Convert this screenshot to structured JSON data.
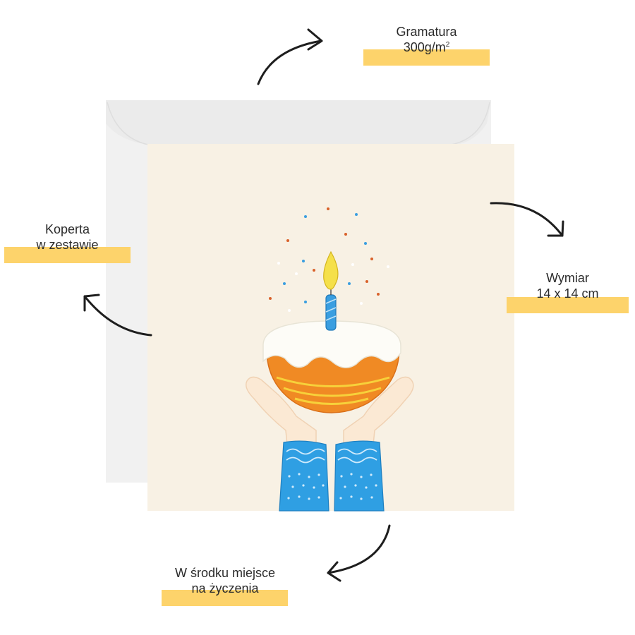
{
  "labels": {
    "gramatura": {
      "line1": "Gramatura",
      "line2": "300g/m",
      "sup": "2"
    },
    "koperta": {
      "line1": "Koperta",
      "line2": "w zestawie"
    },
    "wymiar": {
      "line1": "Wymiar",
      "line2": "14 x 14 cm"
    },
    "srodek": {
      "line1": "W środku miejsce",
      "line2": "na życzenia"
    }
  },
  "colors": {
    "highlight": "#fdd36b",
    "envelope": "#f1f1f1",
    "card": "#f8f1e4",
    "icing": "#fdfcf7",
    "cake_orange": "#f08a24",
    "cake_stripe": "#f7d13a",
    "candle": "#3a9ee0",
    "flame": "#f5e04a",
    "sleeve": "#2f9fe3",
    "skin": "#fbe9d4",
    "arrow": "#1e1e1e"
  },
  "icons": [
    "envelope-icon",
    "greeting-card-icon",
    "cake-icon",
    "candle-icon",
    "hands-icon",
    "arrow-icon"
  ]
}
